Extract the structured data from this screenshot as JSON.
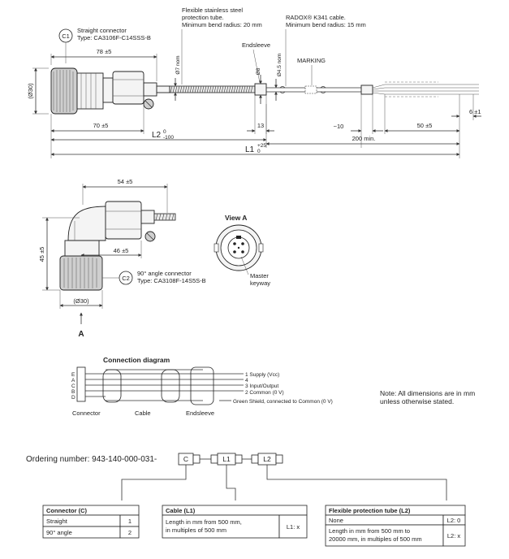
{
  "top": {
    "tube_note_1": "Flexible stainless steel",
    "tube_note_2": "protection tube.",
    "tube_note_3": "Minimum bend radius: 20 mm",
    "cable_note_1": "RADOX® K341 cable.",
    "cable_note_2": "Minimum bend radius: 15 mm",
    "c1_badge": "C1",
    "c1_label": "Straight connector",
    "c1_type": "Type: CA3106F-C14SSS-B",
    "endsleeve": "Endsleeve",
    "marking": "MARKING",
    "dim_78": "78 ±5",
    "dim_dia30": "(Ø30)",
    "dim_dia7": "Ø7 nom",
    "dim_dia8": "Ø8",
    "dim_dia45": "Ø4.5 nom",
    "dim_70": "70 ±5",
    "dim_13": "13",
    "dim_10": "~10",
    "dim_50": "50 ±5",
    "dim_6": "6 ±1",
    "dim_200": "200 min.",
    "l2_main": "L2",
    "l2_tol": "-100",
    "l2_tol_top": "0",
    "l1_main": "L1",
    "l1_tol_top": "+25",
    "l1_tol": "0"
  },
  "angle_view": {
    "dim_54": "54 ±5",
    "dim_45": "45 ±5",
    "dim_46": "46 ±5",
    "dim_dia30": "(Ø30)",
    "c2_badge": "C2",
    "c2_label": "90° angle connector",
    "c2_type": "Type: CA3108F-14S5S-B",
    "arrow_label": "A"
  },
  "view_a": {
    "title": "View A",
    "keyway_1": "Master",
    "keyway_2": "keyway"
  },
  "connection": {
    "title": "Connection diagram",
    "pins": [
      "E",
      "A",
      "C",
      "B",
      "D"
    ],
    "wires": [
      "1  Supply (Vcc)",
      "3  Input/Output",
      "2  Common (0 V)",
      "4"
    ],
    "shield": "Green  Shield, connected to Common (0 V)",
    "labels": {
      "connector": "Connector",
      "cable": "Cable",
      "endsleeve": "Endsleeve"
    }
  },
  "note": {
    "line1": "Note: All dimensions are in mm",
    "line2": "unless otherwise stated."
  },
  "ordering": {
    "label": "Ordering number: 943-140-000-031-",
    "box_c": "C",
    "box_l1": "L1",
    "box_l2": "L2"
  },
  "tables": {
    "connector": {
      "title": "Connector (C)",
      "rows": [
        {
          "label": "Straight",
          "code": "1"
        },
        {
          "label": "90° angle",
          "code": "2"
        }
      ]
    },
    "cable": {
      "title": "Cable (L1)",
      "desc_1": "Length in mm from 500 mm,",
      "desc_2": "in multiples of 500 mm",
      "code": "L1: x"
    },
    "tube": {
      "title": "Flexible protection tube (L2)",
      "rows": [
        {
          "label_1": "None",
          "label_2": "",
          "code": "L2: 0"
        },
        {
          "label_1": "Length in mm from 500 mm to",
          "label_2": "20000 mm, in multiples of 500 mm",
          "code": "L2: x"
        }
      ]
    }
  }
}
